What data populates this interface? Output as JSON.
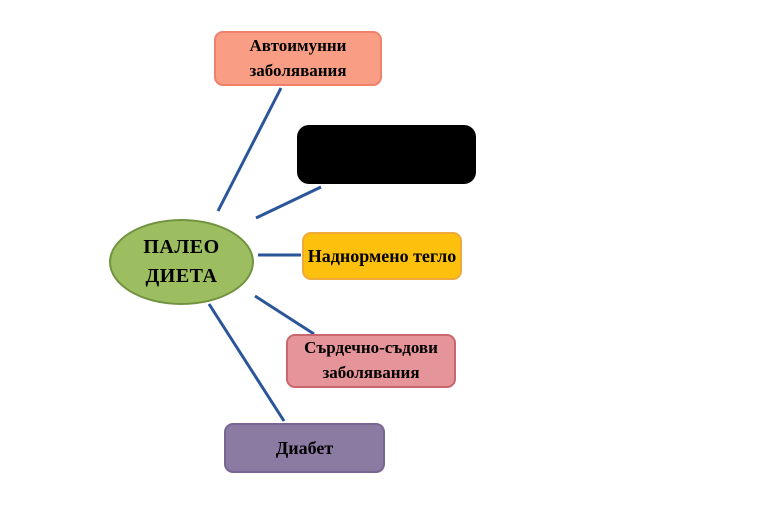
{
  "diagram": {
    "type": "mind-map",
    "language": "bg",
    "background": "#FFFFFF",
    "connector_color": "#2A5699",
    "text_color": "#000000",
    "center": {
      "id": "paleo-diet",
      "shape": "ellipse",
      "fill": "#9CBE60",
      "border": "#71923E",
      "lines": [
        "ПАЛЕО",
        "ДИЕТА"
      ]
    },
    "branches": [
      {
        "id": "autoimmune-diseases",
        "shape": "rounded-rectangle",
        "fill": "#F99E85",
        "border": "#F0806A",
        "lines": [
          "Автоимунни",
          "заболявания"
        ]
      },
      {
        "id": "redacted",
        "shape": "rounded-rectangle",
        "fill": "#000000",
        "border": "#000000",
        "lines": []
      },
      {
        "id": "overweight",
        "shape": "rounded-rectangle",
        "fill": "#FDC10D",
        "border": "#EFA93D",
        "lines": [
          "Наднормено тегло"
        ]
      },
      {
        "id": "cardiovascular-diseases",
        "shape": "rounded-rectangle",
        "fill": "#E59599",
        "border": "#C9666E",
        "lines": [
          "Сърдечно-съдови",
          "заболявания"
        ]
      },
      {
        "id": "diabetes",
        "shape": "rounded-rectangle",
        "fill": "#8B7BA3",
        "border": "#776693",
        "lines": [
          "Диабет"
        ]
      }
    ]
  }
}
